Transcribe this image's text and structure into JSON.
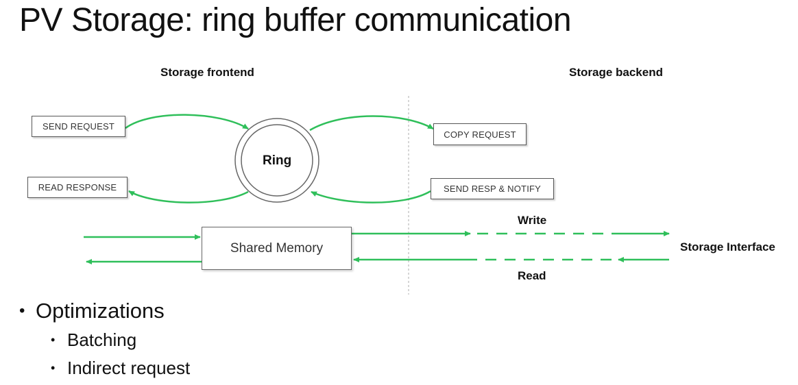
{
  "title": "PV Storage: ring buffer communication",
  "diagram": {
    "frontend_label": "Storage frontend",
    "backend_label": "Storage backend",
    "ring_label": "Ring",
    "frontend_boxes": {
      "send_request": "SEND REQUEST",
      "read_response": "READ RESPONSE"
    },
    "backend_boxes": {
      "copy_request": "COPY REQUEST",
      "send_resp_notify": "SEND RESP & NOTIFY"
    },
    "shared_memory_label": "Shared Memory",
    "write_label": "Write",
    "read_label": "Read",
    "storage_interface_label": "Storage Interface",
    "arrow_color": "#2fbf5a",
    "divider_color": "#c8c8c8"
  },
  "optimizations": {
    "heading": "Optimizations",
    "items": [
      "Batching",
      "Indirect request"
    ]
  }
}
